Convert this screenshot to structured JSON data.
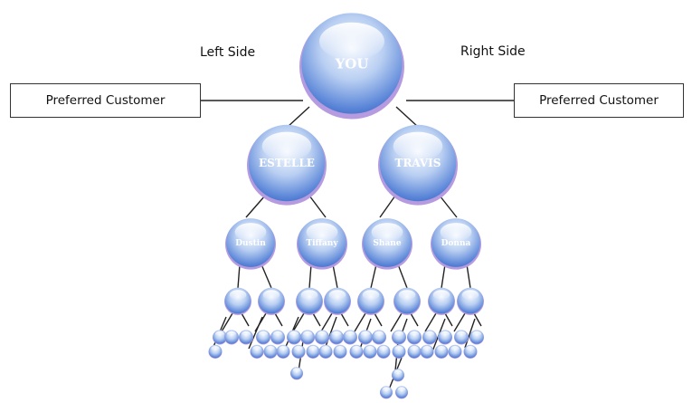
{
  "labels": {
    "left_side": "Left Side",
    "right_side": "Right Side",
    "preferred_left": "Preferred Customer",
    "preferred_right": "Preferred Customer"
  },
  "nodes": {
    "root": "YOU",
    "level1": [
      "ESTELLE",
      "TRAVIS"
    ],
    "level2": [
      "Dustin",
      "Tiffany",
      "Shane",
      "Donna"
    ]
  },
  "colors": {
    "node_top": "#eef4ff",
    "node_mid": "#8fb3ea",
    "node_bottom": "#4f7fd6",
    "node_rim": "#b79be0",
    "line": "#222222"
  }
}
